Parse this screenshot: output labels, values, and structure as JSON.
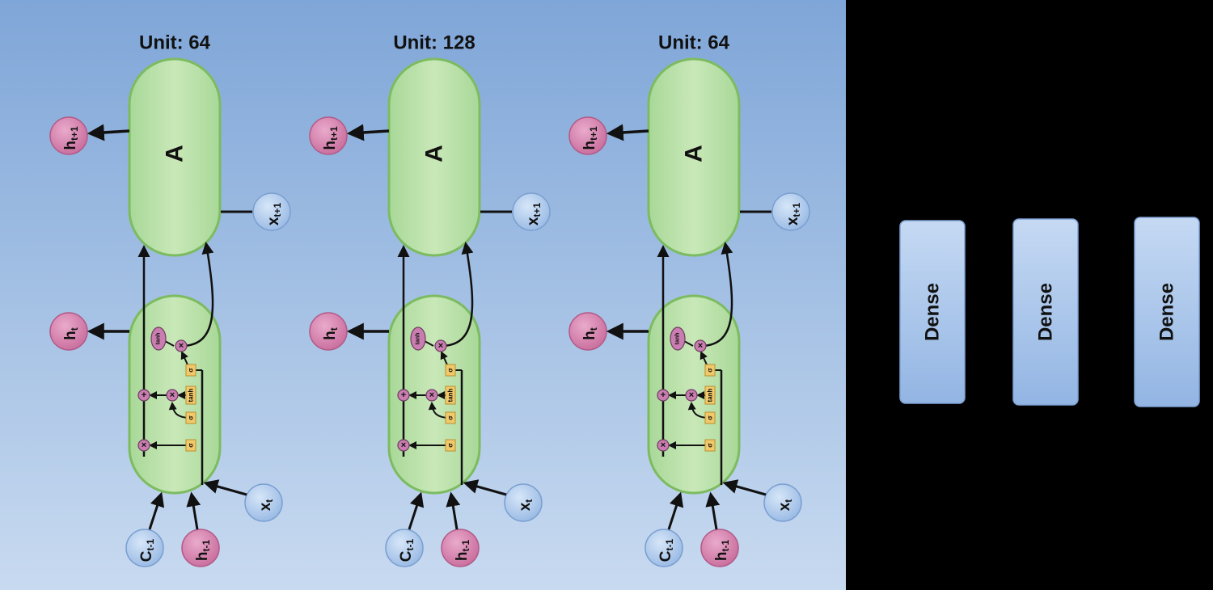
{
  "colors": {
    "panel_top": "#7fa6d8",
    "panel_bottom": "#c8daf0",
    "right_panel": "#000000",
    "unit_fill": "#b7dea6",
    "unit_stroke": "#7dbb61",
    "pink_node": "#d47ea8",
    "blue_node": "#a9c7ec",
    "dense_fill": "#aac6ea",
    "gate_fill": "#f2c96a",
    "op_fill": "#c97db0"
  },
  "units": [
    {
      "title": "Unit: 64",
      "cell_label": "A",
      "output_next": {
        "main": "h",
        "sub": "t+1"
      },
      "input_next": {
        "main": "x",
        "sub": "t+1"
      },
      "output_now": {
        "main": "h",
        "sub": "t"
      },
      "input_now": {
        "main": "x",
        "sub": "t"
      },
      "cell_prev": {
        "main": "C",
        "sub": "t-1"
      },
      "hidden_prev": {
        "main": "h",
        "sub": "t-1"
      },
      "gates": {
        "tanh_out": "tanh",
        "tanh_in": "tanh",
        "sigma": "σ"
      }
    },
    {
      "title": "Unit: 128",
      "cell_label": "A",
      "output_next": {
        "main": "h",
        "sub": "t+1"
      },
      "input_next": {
        "main": "x",
        "sub": "t+1"
      },
      "output_now": {
        "main": "h",
        "sub": "t"
      },
      "input_now": {
        "main": "x",
        "sub": "t"
      },
      "cell_prev": {
        "main": "C",
        "sub": "t-1"
      },
      "hidden_prev": {
        "main": "h",
        "sub": "t-1"
      },
      "gates": {
        "tanh_out": "tanh",
        "tanh_in": "tanh",
        "sigma": "σ"
      }
    },
    {
      "title": "Unit: 64",
      "cell_label": "A",
      "output_next": {
        "main": "h",
        "sub": "t+1"
      },
      "input_next": {
        "main": "x",
        "sub": "t+1"
      },
      "output_now": {
        "main": "h",
        "sub": "t"
      },
      "input_now": {
        "main": "x",
        "sub": "t"
      },
      "cell_prev": {
        "main": "C",
        "sub": "t-1"
      },
      "hidden_prev": {
        "main": "h",
        "sub": "t-1"
      },
      "gates": {
        "tanh_out": "tanh",
        "tanh_in": "tanh",
        "sigma": "σ"
      }
    }
  ],
  "dense_layers": [
    {
      "label": "Dense"
    },
    {
      "label": "Dense"
    },
    {
      "label": "Dense"
    }
  ]
}
